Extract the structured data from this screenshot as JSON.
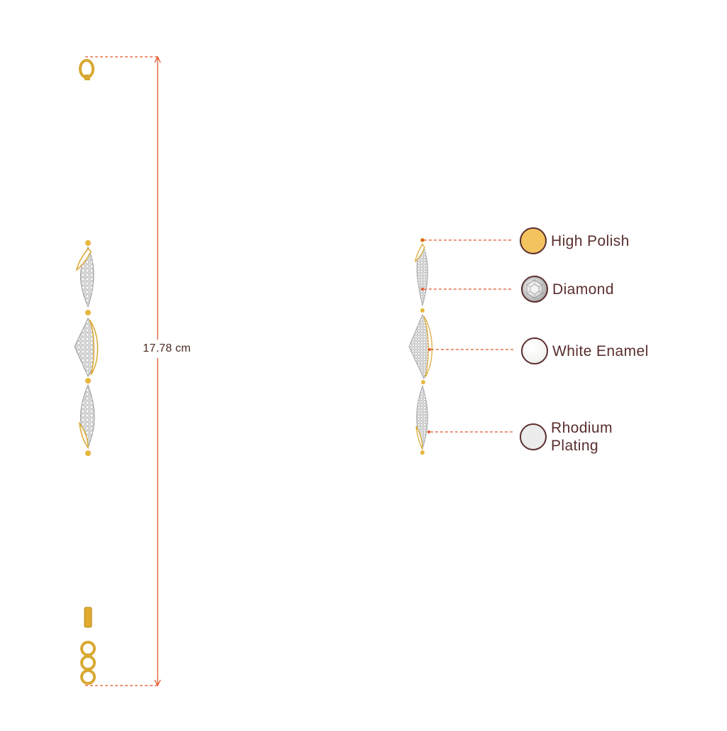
{
  "measurement": {
    "length_label": "17.78 cm"
  },
  "legend": [
    {
      "key": "high-polish",
      "label": "High Polish"
    },
    {
      "key": "diamond",
      "label": "Diamond"
    },
    {
      "key": "white-enamel",
      "label": "White Enamel"
    },
    {
      "key": "rhodium-plating",
      "label": "Rhodium Plating"
    }
  ],
  "colors": {
    "gold": "#e7b63d",
    "gold_dark": "#b8861b",
    "dimension_line": "#e2572b",
    "text_brown": "#5a2e2e",
    "rhodium": "#ececec"
  }
}
